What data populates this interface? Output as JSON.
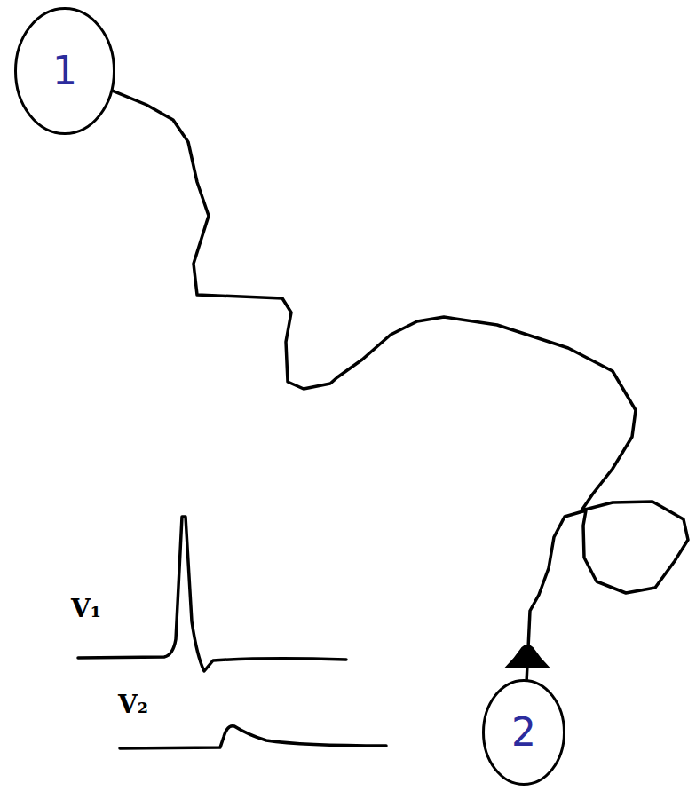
{
  "diagram": {
    "nodes": [
      {
        "text": [
          "1"
        ]
      },
      {
        "text": [
          "2"
        ]
      }
    ],
    "edges": [
      {
        "from": 0,
        "to": 1,
        "arrow": "none"
      }
    ],
    "labels": [
      "V₁",
      "V₂"
    ]
  }
}
